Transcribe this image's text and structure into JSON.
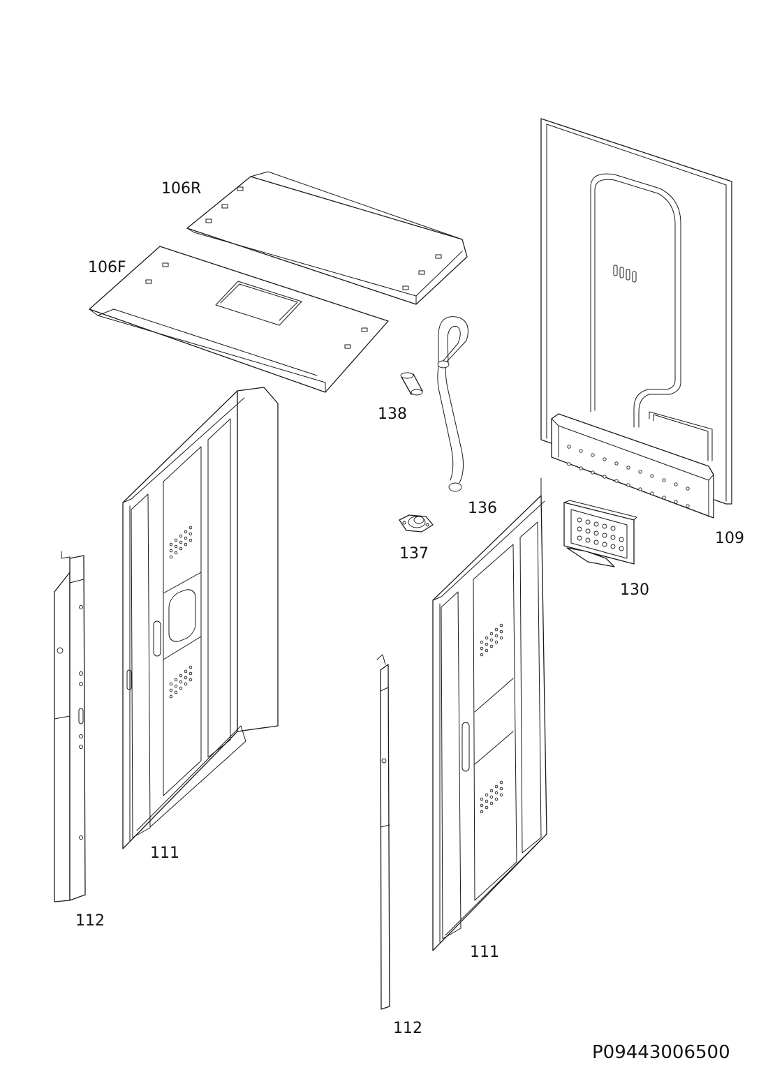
{
  "diagram": {
    "type": "exploded-parts-view",
    "drawing_code": "P09443006500",
    "parts": [
      {
        "id": "106R",
        "label": "106R"
      },
      {
        "id": "106F",
        "label": "106F"
      },
      {
        "id": "109",
        "label": "109"
      },
      {
        "id": "130",
        "label": "130"
      },
      {
        "id": "136",
        "label": "136"
      },
      {
        "id": "137",
        "label": "137"
      },
      {
        "id": "138",
        "label": "138"
      },
      {
        "id": "111-left",
        "label": "111"
      },
      {
        "id": "111-right",
        "label": "111"
      },
      {
        "id": "112-left",
        "label": "112"
      },
      {
        "id": "112-right",
        "label": "112"
      }
    ]
  }
}
